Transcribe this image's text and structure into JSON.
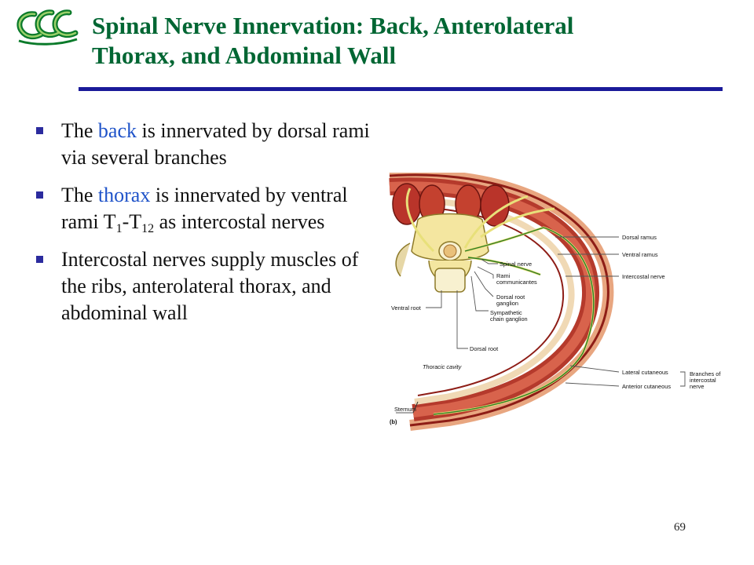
{
  "title_line1": "Spinal Nerve Innervation: Back, Anterolateral",
  "title_line2": "Thorax, and Abdominal Wall",
  "bullets": [
    {
      "pre": "The ",
      "keyword": "back",
      "post": " is innervated by dorsal rami via several branches"
    },
    {
      "pre": "The ",
      "keyword": "thorax",
      "post_a": " is innervated by ventral rami T",
      "sub1": "1",
      "mid": "-T",
      "sub2": "12",
      "post_b": " as intercostal nerves"
    },
    {
      "text": "Intercostal nerves supply muscles of the ribs, anterolateral thorax, and abdominal wall"
    }
  ],
  "figure": {
    "labels": {
      "dorsal_ramus": "Dorsal ramus",
      "ventral_ramus": "Ventral ramus",
      "intercostal_nerve": "Intercostal nerve",
      "spinal_nerve": "Spinal nerve",
      "rami_1": "Rami",
      "rami_2": "communicantes",
      "drg_1": "Dorsal root",
      "drg_2": "ganglion",
      "symp_1": "Sympathetic",
      "symp_2": "chain ganglion",
      "dorsal_root": "Dorsal root",
      "ventral_root": "Ventral root",
      "thoracic_cavity": "Thoracic cavity",
      "lateral_cutaneous": "Lateral cutaneous",
      "anterior_cutaneous": "Anterior cutaneous",
      "branches_1": "Branches of",
      "branches_2": "intercostal",
      "branches_3": "nerve",
      "sternum": "Sternum",
      "panel": "(b)"
    }
  },
  "page_number": "69",
  "colors": {
    "title": "#006633",
    "keyword": "#1f53c9",
    "rule": "#1a1a99",
    "bullet": "#2b2b9e"
  }
}
